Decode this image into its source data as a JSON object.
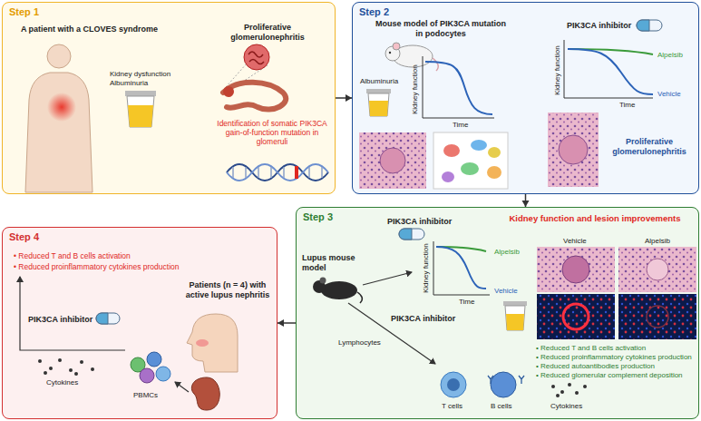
{
  "diagram": {
    "nodes": [
      {
        "text": [
          "Step 1",
          "A patient with a CLOVES syndrome",
          "Proliferative glomerulonephritis",
          "Kidney dysfunction Albuminuria",
          "Identification of somatic PIK3CA gain-of-function mutation in glomeruli"
        ]
      },
      {
        "text": [
          "Step 2",
          "Mouse model of PIK3CA mutation in podocytes",
          "PIK3CA inhibitor",
          "Albuminuria",
          "Kidney function",
          "Time",
          "Alpelsib",
          "Vehicle",
          "Kidney function",
          "Time",
          "Proliferative glomerulonephritis"
        ]
      },
      {
        "text": [
          "Step 3",
          "PIK3CA inhibitor",
          "Kidney function and lesion improvements",
          "Lupus mouse model",
          "Kidney function",
          "Time",
          "Alpelsib",
          "Vehicle",
          "Vehicle",
          "Alpelsib",
          "PIK3CA inhibitor",
          "Lymphocytes",
          "• Reduced T and B cells activation",
          "• Reduced proinflammatory cytokines production",
          "• Reduced autoantibodies production",
          "• Reduced glomerular complement deposition",
          "T cells",
          "B cells",
          "Cytokines"
        ]
      },
      {
        "text": [
          "Step 4",
          "• Reduced T and B cells activation",
          "• Reduced proinflammatory cytokines production",
          "PIK3CA inhibitor",
          "Patients (n = 4) with active lupus nephritis",
          "Cytokines",
          "PBMCs"
        ]
      }
    ],
    "edges": [
      {
        "from": 0,
        "to": 1,
        "arrow": "to"
      },
      {
        "from": 1,
        "to": 2,
        "arrow": "to"
      },
      {
        "from": 2,
        "to": 3,
        "arrow": "to"
      }
    ]
  }
}
